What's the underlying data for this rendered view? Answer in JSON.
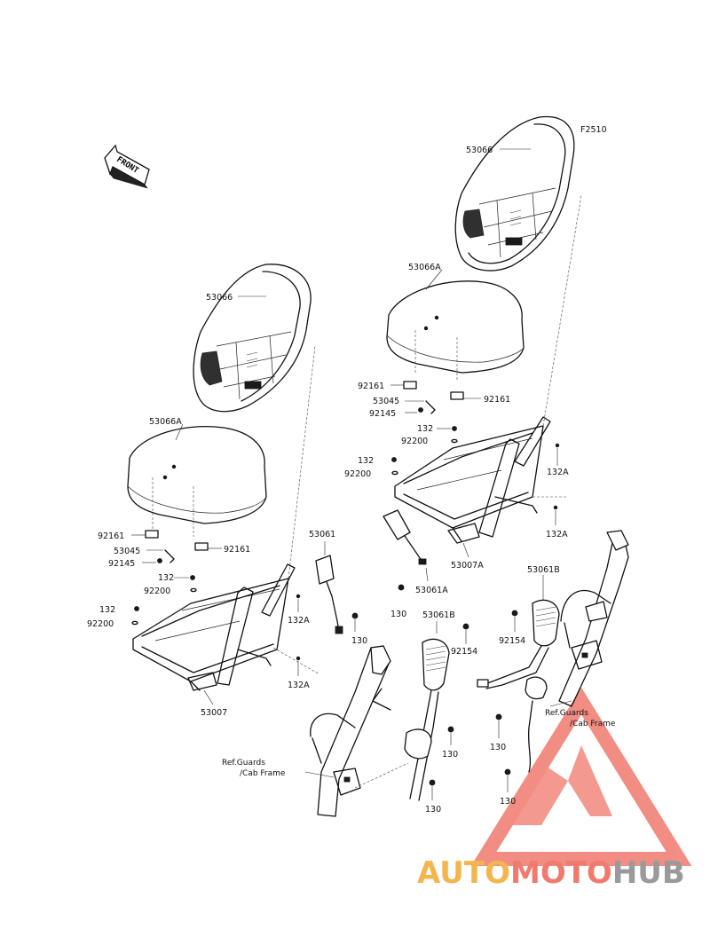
{
  "figure_code": "F2510",
  "front_label": "FRONT",
  "brand": {
    "part1": "AUTO",
    "part2": "MOTO",
    "part3": "HUB",
    "color_part1": "#f3b64f",
    "color_part2": "#f07a6e",
    "color_part3": "#9a9a9a",
    "triangle_color": "#f07a6e"
  },
  "labels": {
    "r_53066": "53066",
    "r_53066A": "53066A",
    "r_92161_left": "92161",
    "r_92161_right": "92161",
    "r_53045": "53045",
    "r_92145": "92145",
    "r_132_a": "132",
    "r_92200_a": "92200",
    "r_132_b": "132",
    "r_92200_b": "92200",
    "r_132A_upper": "132A",
    "r_132A_lower": "132A",
    "r_53007A": "53007A",
    "r_53061A": "53061A",
    "r_130": "130",
    "l_53066": "53066",
    "l_53066A": "53066A",
    "l_92161_left": "92161",
    "l_92161_right": "92161",
    "l_53045": "53045",
    "l_92145": "92145",
    "l_132_a": "132",
    "l_92200_a": "92200",
    "l_132_b": "132",
    "l_92200_b": "92200",
    "l_132A_upper": "132A",
    "l_132A_lower": "132A",
    "l_53007": "53007",
    "b_53061": "53061",
    "b_130_a": "130",
    "b_53061B": "53061B",
    "b_92154": "92154",
    "b_130_b": "130",
    "b_130_c": "130",
    "b_ref_line1": "Ref.Guards",
    "b_ref_line2": "/Cab Frame",
    "c_53061B": "53061B",
    "c_92154": "92154",
    "c_ref_line1": "Ref.Guards",
    "c_ref_line2": "/Cab Frame",
    "c_130_a": "130",
    "c_130_b": "130"
  }
}
